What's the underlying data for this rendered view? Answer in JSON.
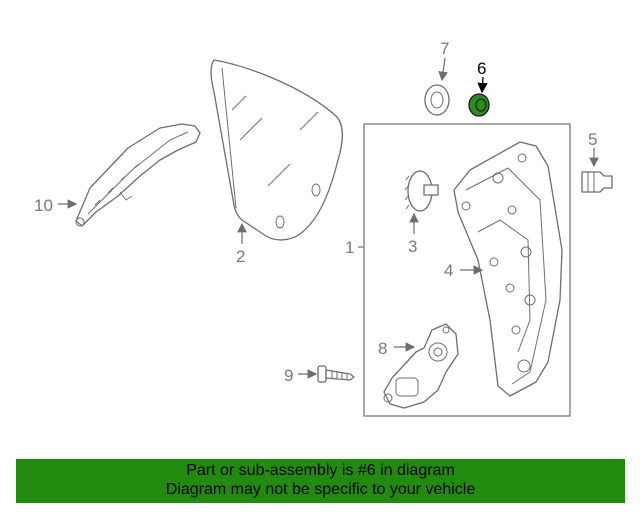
{
  "callouts": {
    "c1": "1",
    "c2": "2",
    "c3": "3",
    "c4": "4",
    "c5": "5",
    "c6": "6",
    "c7": "7",
    "c8": "8",
    "c9": "9",
    "c10": "10"
  },
  "highlighted_part": "6",
  "highlight_color": "#2e8b1e",
  "banner": {
    "line1": "Part or sub-assembly is #6 in diagram",
    "line2": "Diagram may not be specific to your vehicle",
    "background": "#228b0f"
  }
}
